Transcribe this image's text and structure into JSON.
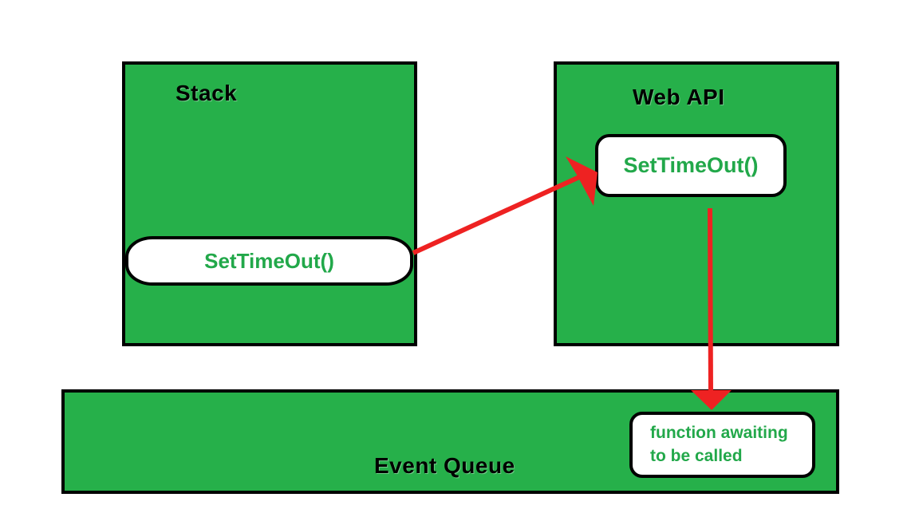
{
  "diagram": {
    "title_stack": "Stack",
    "title_webapi": "Web API",
    "title_eventqueue": "Event Queue",
    "colors": {
      "panel_green": "#26b04a",
      "panel_border": "#000000",
      "callout_fill": "#ffffff",
      "callout_text_green": "#22a84a",
      "arrow_red": "#ee2222",
      "background": "#ffffff"
    },
    "stack": {
      "callout_label": "SetTimeOut()"
    },
    "webapi": {
      "callout_label": "SetTimeOut()"
    },
    "event_queue": {
      "callout_line1": "function awaiting",
      "callout_line2": "to be called"
    },
    "arrows": [
      {
        "name": "stack-to-webapi-arrow",
        "from": "Stack SetTimeOut() box",
        "to": "Web API SetTimeOut() box",
        "direction": "up-right",
        "color": "#ee2222"
      },
      {
        "name": "webapi-to-eventqueue-arrow",
        "from": "Web API SetTimeOut() box",
        "to": "Event Queue callout",
        "direction": "down",
        "color": "#ee2222"
      }
    ]
  }
}
